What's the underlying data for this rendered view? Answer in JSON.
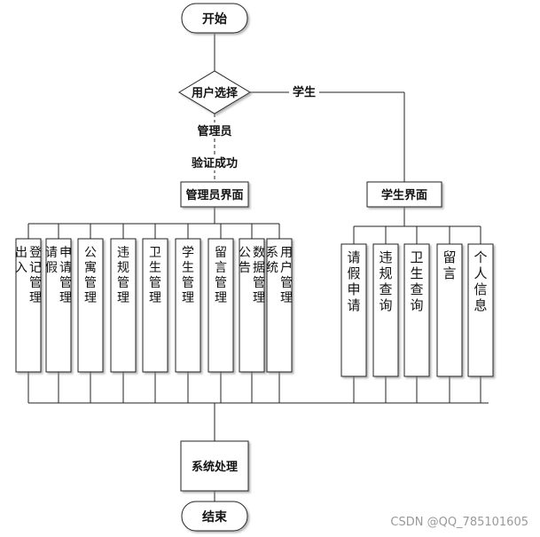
{
  "start": "开始",
  "end": "结束",
  "decision": "用户选择",
  "student_branch": "学生",
  "admin_branch": "管理员",
  "verify": "验证成功",
  "admin_ui": "管理员界面",
  "student_ui": "学生界面",
  "process": "系统处理",
  "admin_modules": [
    "出入登记管理",
    "请假申请管理",
    "公寓管理",
    "违规管理",
    "卫生管理",
    "学生管理",
    "留言管理",
    "公告数据管理",
    "系统用户管理"
  ],
  "student_modules": [
    "请假申请",
    "违规查询",
    "卫生查询",
    "留言",
    "个人信息"
  ],
  "watermark": "CSDN @QQ_785101605"
}
